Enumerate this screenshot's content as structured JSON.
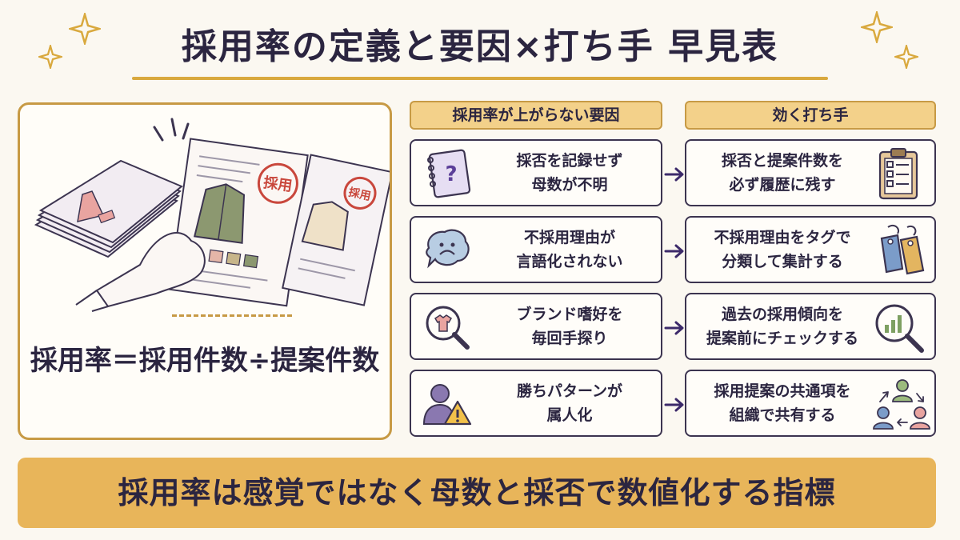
{
  "title": "採用率の定義と要因×打ち手 早見表",
  "illustration": {
    "stamp_label": "採用",
    "formula": "採用率＝採用件数÷提案件数"
  },
  "headers": {
    "causes": "採用率が上がらない要因",
    "fixes": "効く打ち手"
  },
  "rows": [
    {
      "cause": "採否を記録せず\n母数が不明",
      "cause_icon": "notebook-question-icon",
      "fix": "採否と提案件数を\n必ず履歴に残す",
      "fix_icon": "clipboard-checklist-icon"
    },
    {
      "cause": "不採用理由が\n言語化されない",
      "cause_icon": "confused-speech-bubble-icon",
      "fix": "不採用理由をタグで\n分類して集計する",
      "fix_icon": "price-tags-icon"
    },
    {
      "cause": "ブランド嗜好を\n毎回手探り",
      "cause_icon": "magnifier-shirt-icon",
      "fix": "過去の採用傾向を\n提案前にチェックする",
      "fix_icon": "magnifier-chart-icon"
    },
    {
      "cause": "勝ちパターンが\n属人化",
      "cause_icon": "person-warning-icon",
      "fix": "採用提案の共通項を\n組織で共有する",
      "fix_icon": "team-share-icon"
    }
  ],
  "banner": "採用率は感覚ではなく母数と採否で数値化する指標",
  "colors": {
    "accent": "#d9a93e",
    "header_bg": "#f3d18a",
    "banner_bg": "#e8b55a",
    "stamp_red": "#c9473c",
    "ink": "#2b2540"
  }
}
